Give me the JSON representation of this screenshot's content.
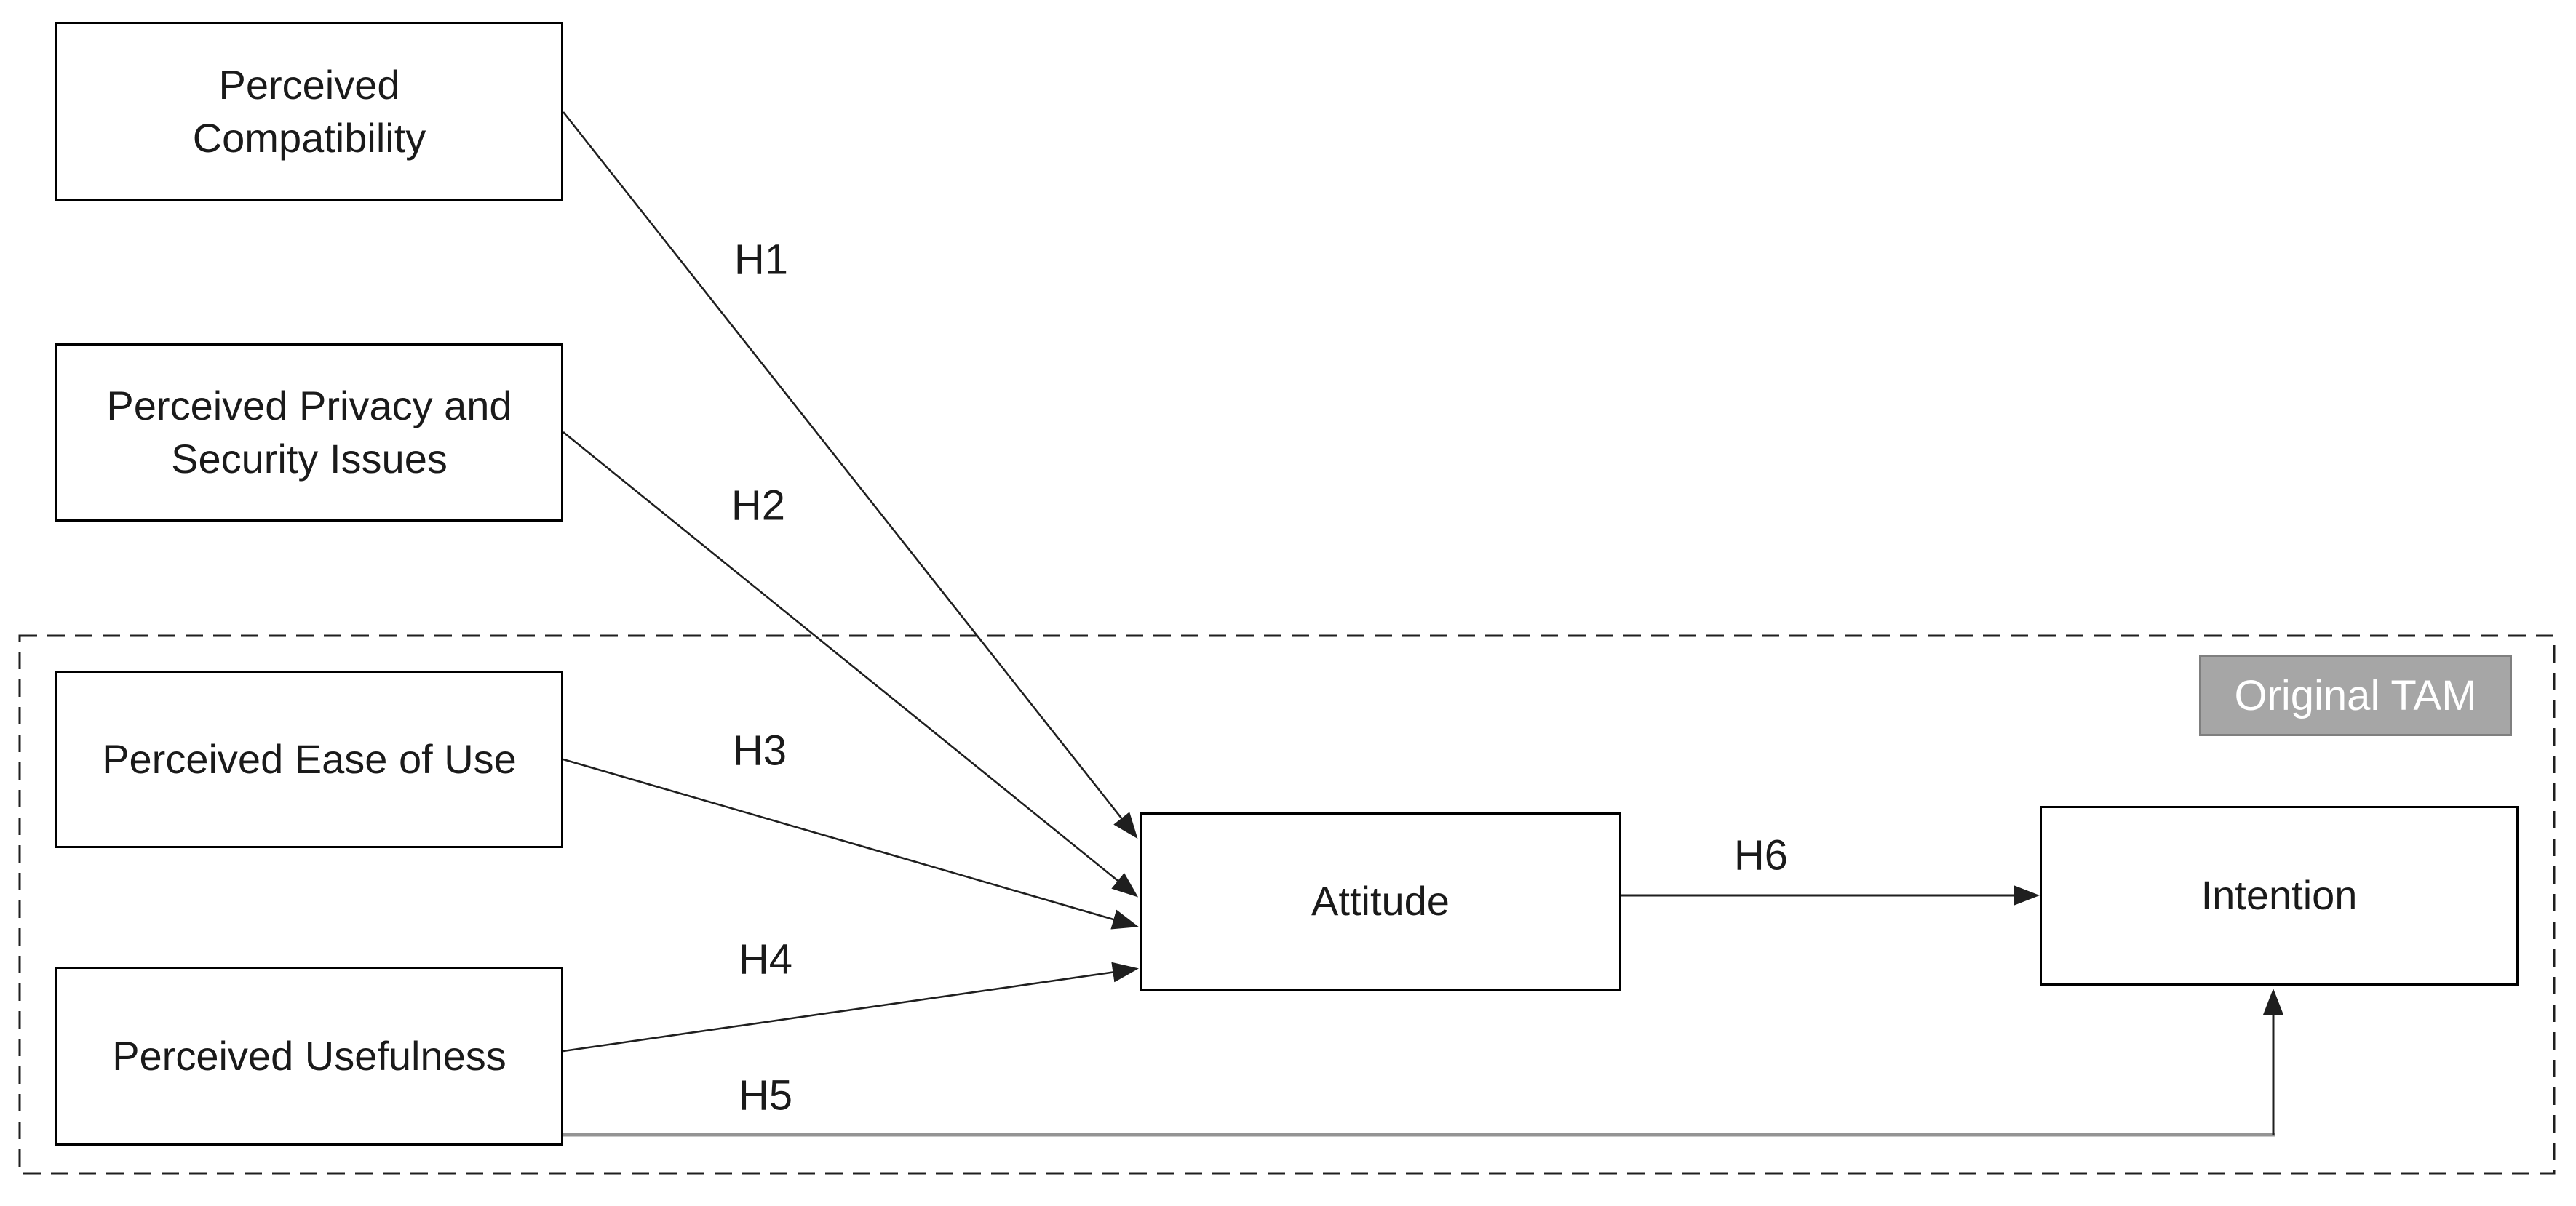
{
  "badge": {
    "label": "Original TAM"
  },
  "nodes": {
    "perceived_compatibility": {
      "line1": "Perceived",
      "line2": "Compatibility"
    },
    "perceived_privacy_security": {
      "line1": "Perceived Privacy and",
      "line2": "Security Issues"
    },
    "perceived_ease_of_use": {
      "label": "Perceived Ease of Use"
    },
    "perceived_usefulness": {
      "label": "Perceived Usefulness"
    },
    "attitude": {
      "label": "Attitude"
    },
    "intention": {
      "label": "Intention"
    }
  },
  "hypotheses": {
    "h1": "H1",
    "h2": "H2",
    "h3": "H3",
    "h4": "H4",
    "h5": "H5",
    "h6": "H6"
  },
  "colors": {
    "background": "#ffffff",
    "line": "#1f1f1f",
    "box_border": "#000000",
    "box_fill": "#ffffff",
    "text": "#1a1a1a",
    "connector_gray": "#949494",
    "badge_fill": "#a6a6a6",
    "badge_border": "#7f7f7f",
    "badge_text": "#ffffff"
  }
}
